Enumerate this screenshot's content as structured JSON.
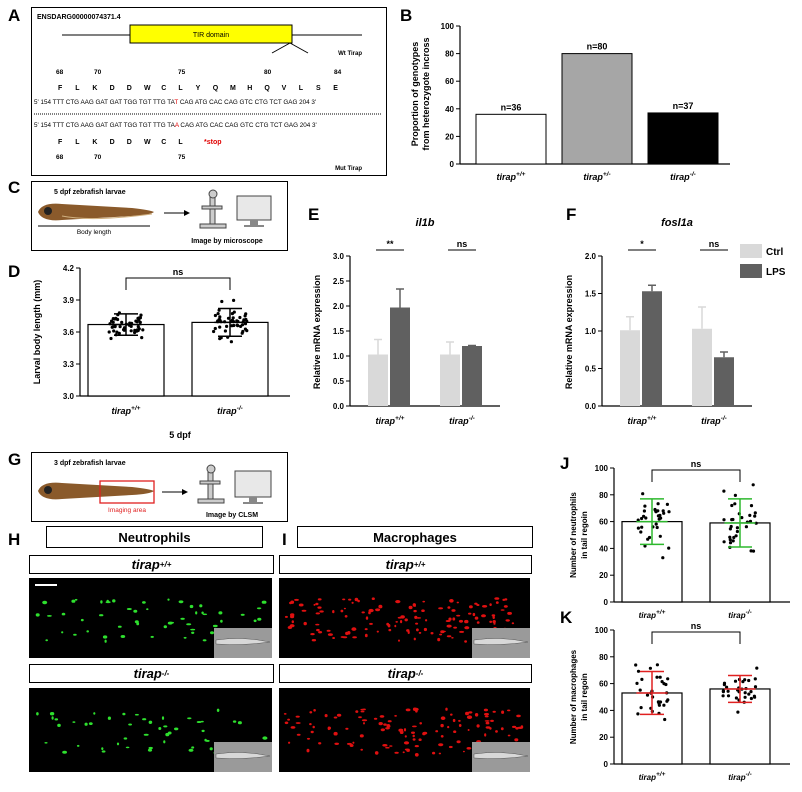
{
  "panels": {
    "A": "A",
    "B": "B",
    "C": "C",
    "D": "D",
    "E": "E",
    "F": "F",
    "G": "G",
    "H": "H",
    "I": "I",
    "J": "J",
    "K": "K"
  },
  "panelA": {
    "gene_id": "ENSDARG00000074371.4",
    "domain_label": "TIR domain",
    "wt_label": "Wt Tirap",
    "mut_label": "Mut Tirap",
    "wt_positions": [
      "68",
      "70",
      "75",
      "80",
      "84"
    ],
    "wt_aa": [
      "F",
      "L",
      "K",
      "D",
      "D",
      "W",
      "C",
      "L",
      "Y",
      "Q",
      "M",
      "H",
      "Q",
      "V",
      "L",
      "S",
      "E"
    ],
    "wt_seq_prefix": "5' 154 TTT CTG AAG GAT GAT TGG TGT TTG TA",
    "wt_seq_mut": "T",
    "wt_seq_suffix": " CAG ATG CAC CAG GTC CTG TCT GAG 204 3'",
    "mut_seq_prefix": "5' 154 TTT CTG AAG GAT GAT TGG TGT TTG TA",
    "mut_seq_mut": "A",
    "mut_seq_suffix": " CAG ATG CAC CAG GTC CTG TCT GAG 204 3'",
    "mut_aa": [
      "F",
      "L",
      "K",
      "D",
      "D",
      "W",
      "C",
      "L"
    ],
    "stop_label": "*stop",
    "mut_positions": [
      "68",
      "70",
      "75"
    ]
  },
  "panelC": {
    "title": "5 dpf zebrafish larvae",
    "body_length": "Body length",
    "caption": "Image by microscope"
  },
  "panelG": {
    "title": "3 dpf zebrafish larvae",
    "imaging_area": "Imaging area",
    "caption": "Image by CLSM"
  },
  "panelH": {
    "title": "Neutrophils",
    "wt": "tirap+/+",
    "ko": "tirap-/-"
  },
  "panelI": {
    "title": "Macrophages",
    "wt": "tirap+/+",
    "ko": "tirap-/-"
  },
  "genotypes": {
    "wt": "tirap",
    "wt_sup": "+/+",
    "het_sup": "+/-",
    "ko_sup": "-/-"
  },
  "chart_data": [
    {
      "id": "B",
      "type": "bar",
      "categories": [
        "tirap+/+",
        "tirap+/-",
        "tirap-/-"
      ],
      "values": [
        36,
        80,
        37
      ],
      "labels": [
        "n=36",
        "n=80",
        "n=37"
      ],
      "colors": [
        "#ffffff",
        "#a6a6a6",
        "#000000"
      ],
      "ylabel": "Proportion of genotypes from heterozygote incross",
      "ylim": [
        0,
        100
      ],
      "yticks": [
        "0",
        "20",
        "40",
        "60",
        "80",
        "100"
      ]
    },
    {
      "id": "D",
      "type": "bar",
      "categories": [
        "tirap+/+",
        "tirap-/-"
      ],
      "values": [
        3.67,
        3.69
      ],
      "errors": [
        0.1,
        0.13
      ],
      "ylabel": "Larval body length (mm)",
      "xlabel": "5 dpf",
      "ylim": [
        3.0,
        4.2
      ],
      "yticks": [
        "3.0",
        "3.3",
        "3.6",
        "3.9",
        "4.2"
      ],
      "significance": "ns"
    },
    {
      "id": "E",
      "type": "bar",
      "title": "il1b",
      "categories": [
        "tirap+/+",
        "tirap-/-"
      ],
      "series": [
        {
          "name": "Ctrl",
          "values": [
            1.03,
            1.03
          ],
          "errors": [
            0.3,
            0.25
          ],
          "color": "#d9d9d9"
        },
        {
          "name": "LPS",
          "values": [
            1.97,
            1.2
          ],
          "errors": [
            0.37,
            0.01
          ],
          "color": "#606060"
        }
      ],
      "ylabel": "Relative mRNA expression",
      "ylim": [
        0,
        3.0
      ],
      "yticks": [
        "0.0",
        "0.5",
        "1.0",
        "1.5",
        "2.0",
        "2.5",
        "3.0"
      ],
      "significance": [
        "**",
        "ns"
      ]
    },
    {
      "id": "F",
      "type": "bar",
      "title": "fosl1a",
      "categories": [
        "tirap+/+",
        "tirap-/-"
      ],
      "series": [
        {
          "name": "Ctrl",
          "values": [
            1.01,
            1.03
          ],
          "errors": [
            0.18,
            0.29
          ],
          "color": "#d9d9d9"
        },
        {
          "name": "LPS",
          "values": [
            1.53,
            0.65
          ],
          "errors": [
            0.08,
            0.07
          ],
          "color": "#606060"
        }
      ],
      "ylabel": "Relative mRNA expression",
      "ylim": [
        0,
        2.0
      ],
      "yticks": [
        "0.0",
        "0.5",
        "1.0",
        "1.5",
        "2.0"
      ],
      "significance": [
        "*",
        "ns"
      ],
      "legend": [
        "Ctrl",
        "LPS"
      ]
    },
    {
      "id": "J",
      "type": "bar",
      "categories": [
        "tirap+/+",
        "tirap-/-"
      ],
      "values": [
        60,
        59
      ],
      "errors": [
        17,
        18
      ],
      "error_color": "#2db82d",
      "ylabel": "Number of neutrophils in tail regoin",
      "ylim": [
        0,
        100
      ],
      "yticks": [
        "0",
        "20",
        "40",
        "60",
        "80",
        "100"
      ],
      "significance": "ns"
    },
    {
      "id": "K",
      "type": "bar",
      "categories": [
        "tirap+/+",
        "tirap-/-"
      ],
      "values": [
        53,
        56
      ],
      "errors": [
        16,
        10
      ],
      "error_color": "#e02020",
      "ylabel": "Number of macrophages in tail regoin",
      "ylim": [
        0,
        100
      ],
      "yticks": [
        "0",
        "20",
        "40",
        "60",
        "80",
        "100"
      ],
      "significance": "ns"
    }
  ]
}
